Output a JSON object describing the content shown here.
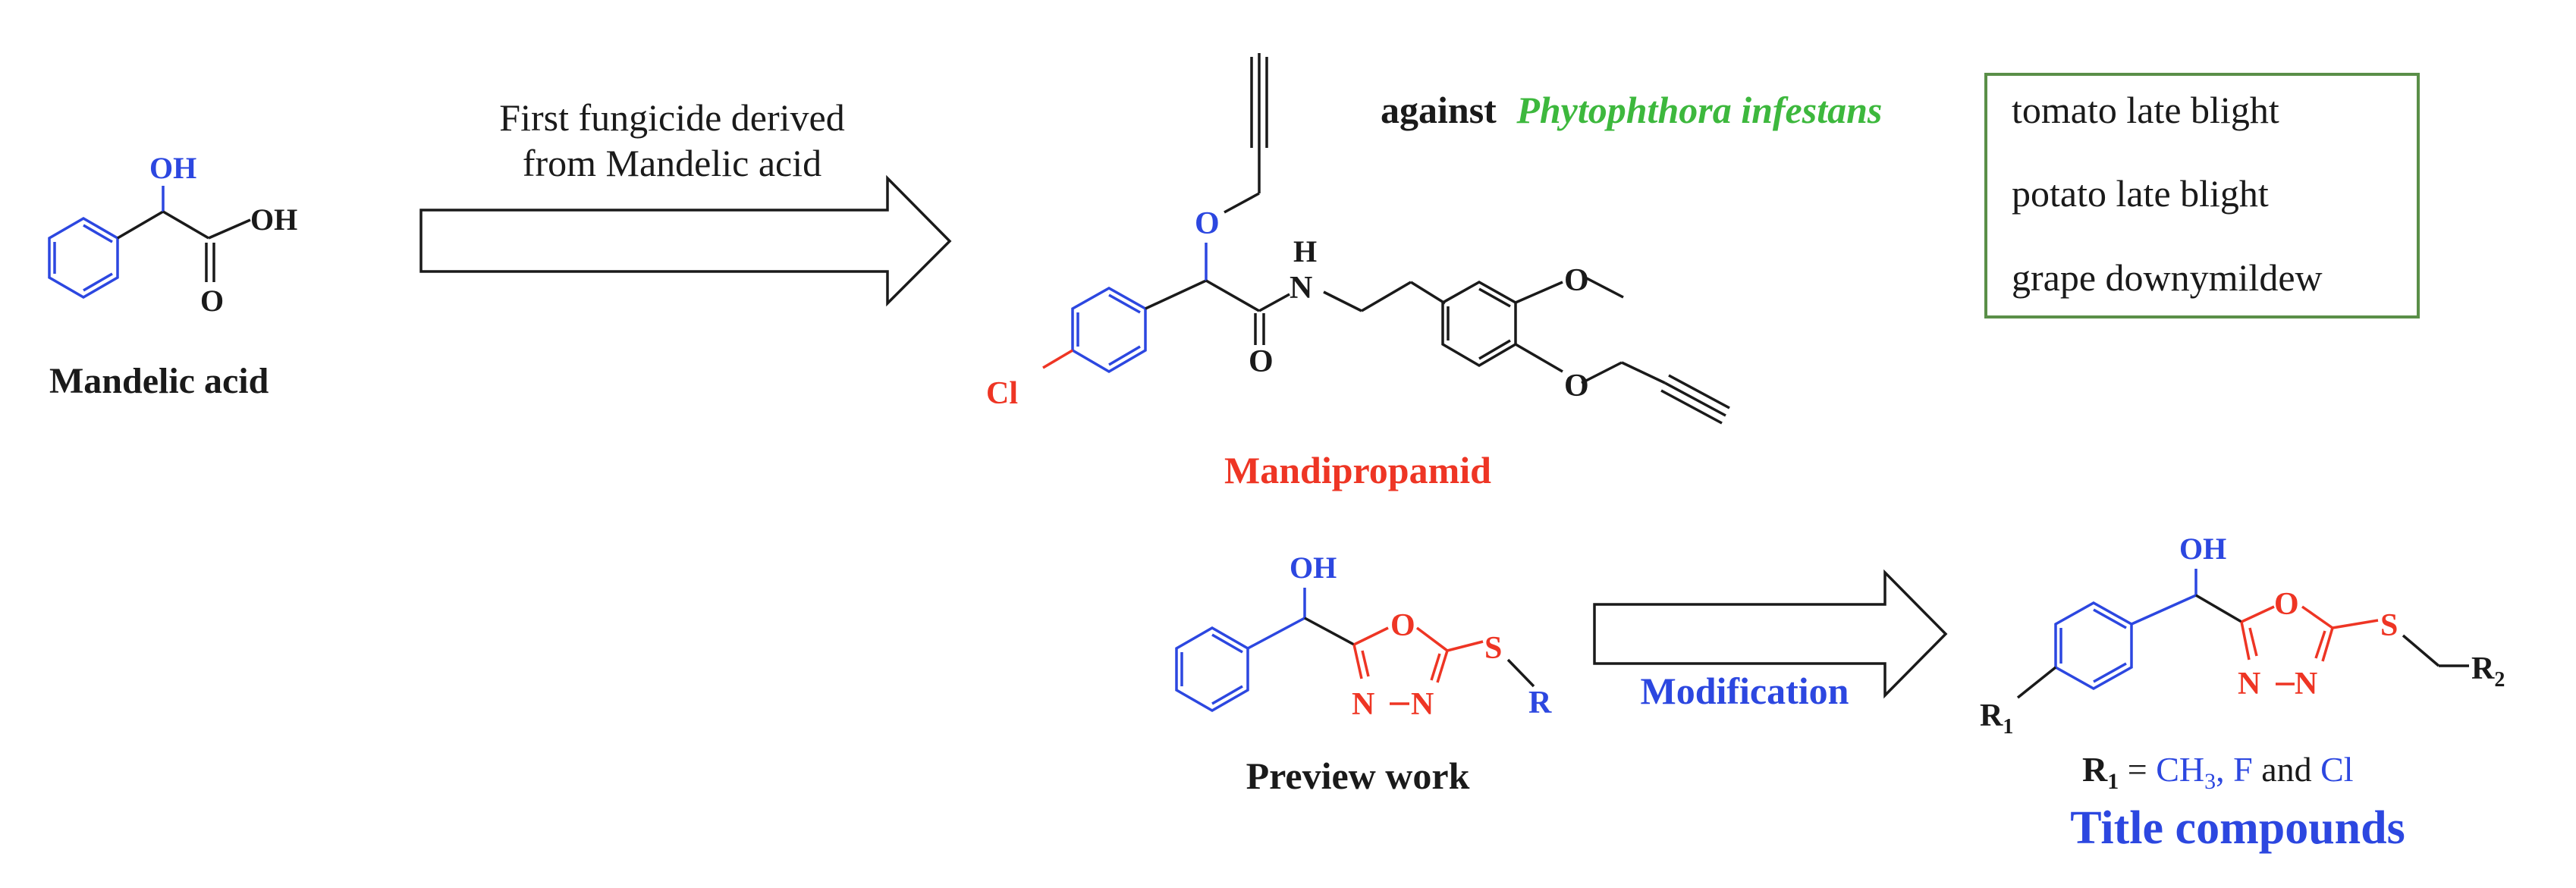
{
  "colors": {
    "black": "#1a1a1a",
    "blue": "#2c47e0",
    "red": "#ee3524",
    "green": "#3db83d",
    "box_border": "#5a8f48"
  },
  "mandelic": {
    "oh_top": "OH",
    "oh_acid": "OH",
    "o_carbonyl": "O",
    "name": "Mandelic acid"
  },
  "arrow1": {
    "line1": "First fungicide derived",
    "line2": "from Mandelic acid"
  },
  "mandipropamid": {
    "o_ether": "O",
    "h": "H",
    "n": "N",
    "o_carbonyl": "O",
    "cl": "Cl",
    "o_methoxy": "O",
    "o_propargyl": "O",
    "name": "Mandipropamid"
  },
  "activity": {
    "against": "against",
    "pathogen": "Phytophthora infestans",
    "diseases": [
      "tomato late blight",
      "potato late blight",
      "grape downymildew"
    ]
  },
  "preview": {
    "oh": "OH",
    "o_ring": "O",
    "s": "S",
    "r": "R",
    "n1": "N",
    "n2": "N",
    "name": "Preview work"
  },
  "arrow2": {
    "label": "Modification"
  },
  "title_cpd": {
    "oh": "OH",
    "o_ring": "O",
    "s": "S",
    "r1": "R",
    "r1_sub": "1",
    "r2": "R",
    "r2_sub": "2",
    "n1": "N",
    "n2": "N",
    "subst_r": "R",
    "subst_sub": "1",
    "subst_eq": " = ",
    "subst_ch": "CH",
    "subst_3": "3",
    "subst_f": ", F",
    "subst_and": " and ",
    "subst_cl": "Cl",
    "name": "Title compounds"
  }
}
